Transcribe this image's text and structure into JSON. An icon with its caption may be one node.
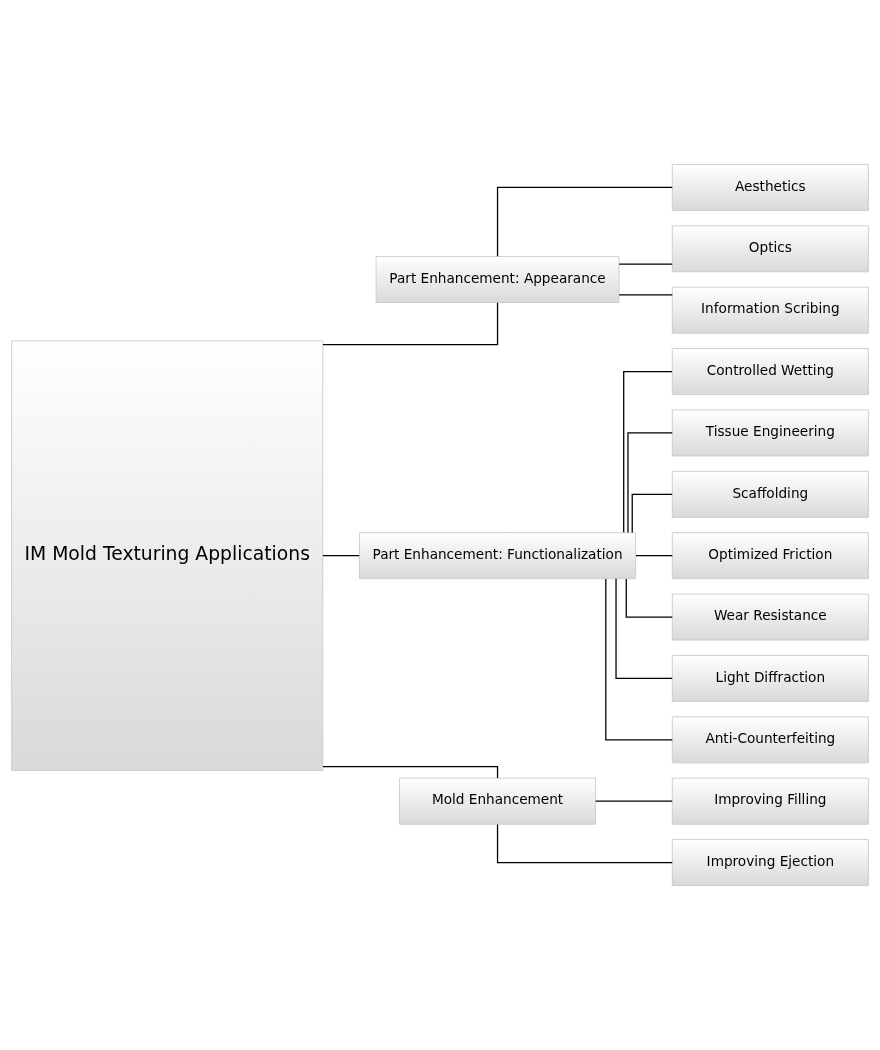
{
  "diagram": {
    "nodes": [
      {
        "text": [
          "IM Mold Texturing Applications"
        ]
      },
      {
        "text": [
          "Part Enhancement: Appearance"
        ]
      },
      {
        "text": [
          "Aesthetics"
        ]
      },
      {
        "text": [
          "Optics"
        ]
      },
      {
        "text": [
          "Information Scribing"
        ]
      },
      {
        "text": [
          "Part Enhancement: Functionalization"
        ]
      },
      {
        "text": [
          "Controlled Wetting"
        ]
      },
      {
        "text": [
          "Tissue Engineering"
        ]
      },
      {
        "text": [
          "Scaffolding"
        ]
      },
      {
        "text": [
          "Optimized Friction"
        ]
      },
      {
        "text": [
          "Wear Resistance"
        ]
      },
      {
        "text": [
          "Light Diffraction"
        ]
      },
      {
        "text": [
          "Anti-Counterfeiting"
        ]
      },
      {
        "text": [
          "Mold Enhancement"
        ]
      },
      {
        "text": [
          "Improving Filling"
        ]
      },
      {
        "text": [
          "Improving Ejection"
        ]
      }
    ],
    "edges": [
      {
        "from": 0,
        "to": 1,
        "arrow": "none"
      },
      {
        "from": 0,
        "to": 5,
        "arrow": "none"
      },
      {
        "from": 0,
        "to": 13,
        "arrow": "none"
      },
      {
        "from": 1,
        "to": 2,
        "arrow": "none"
      },
      {
        "from": 1,
        "to": 3,
        "arrow": "none"
      },
      {
        "from": 1,
        "to": 4,
        "arrow": "none"
      },
      {
        "from": 5,
        "to": 6,
        "arrow": "none"
      },
      {
        "from": 5,
        "to": 7,
        "arrow": "none"
      },
      {
        "from": 5,
        "to": 8,
        "arrow": "none"
      },
      {
        "from": 5,
        "to": 9,
        "arrow": "none"
      },
      {
        "from": 5,
        "to": 10,
        "arrow": "none"
      },
      {
        "from": 5,
        "to": 11,
        "arrow": "none"
      },
      {
        "from": 5,
        "to": 12,
        "arrow": "none"
      },
      {
        "from": 13,
        "to": 14,
        "arrow": "none"
      },
      {
        "from": 13,
        "to": 15,
        "arrow": "none"
      }
    ]
  }
}
